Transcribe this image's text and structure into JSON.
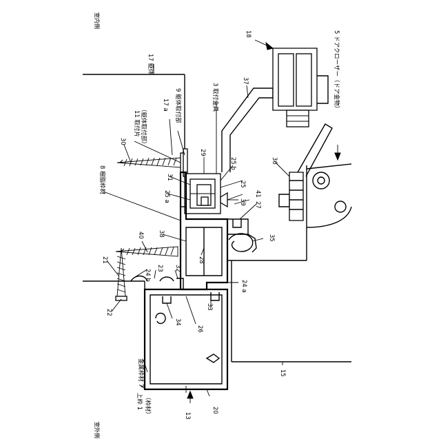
{
  "labels": {
    "shitsunai": "室内側",
    "shitsugai": "室外側",
    "l17": "17 躯体",
    "l17a": "17 a",
    "l9": "9 躯体取付部",
    "l3": "3 取付金具",
    "l11a": "11 取付片",
    "l11b": "（躯体取付部）",
    "l30": "30",
    "l29": "29",
    "l25b": "25 b",
    "l25": "25",
    "l31": "31",
    "l25a": "25 a",
    "l39": "39",
    "l41": "41",
    "l27": "27",
    "l8": "8 樹脂枠材",
    "l38": "38",
    "l40": "40",
    "l28": "28",
    "l35": "35",
    "l21": "21",
    "l24b": "24 b",
    "l23": "23",
    "l32": "32",
    "l24a": "24 a",
    "l22": "22",
    "l34": "34",
    "l33": "33",
    "l26": "26",
    "l7": "金属枠材 7",
    "l1a": "上枠 1",
    "l1b": "（枠材）",
    "l13": "13",
    "l20": "20",
    "l15": "15",
    "l18": "18",
    "l37": "37",
    "l36": "36",
    "l5": "5 ドアクローザー（ドア金物）"
  }
}
